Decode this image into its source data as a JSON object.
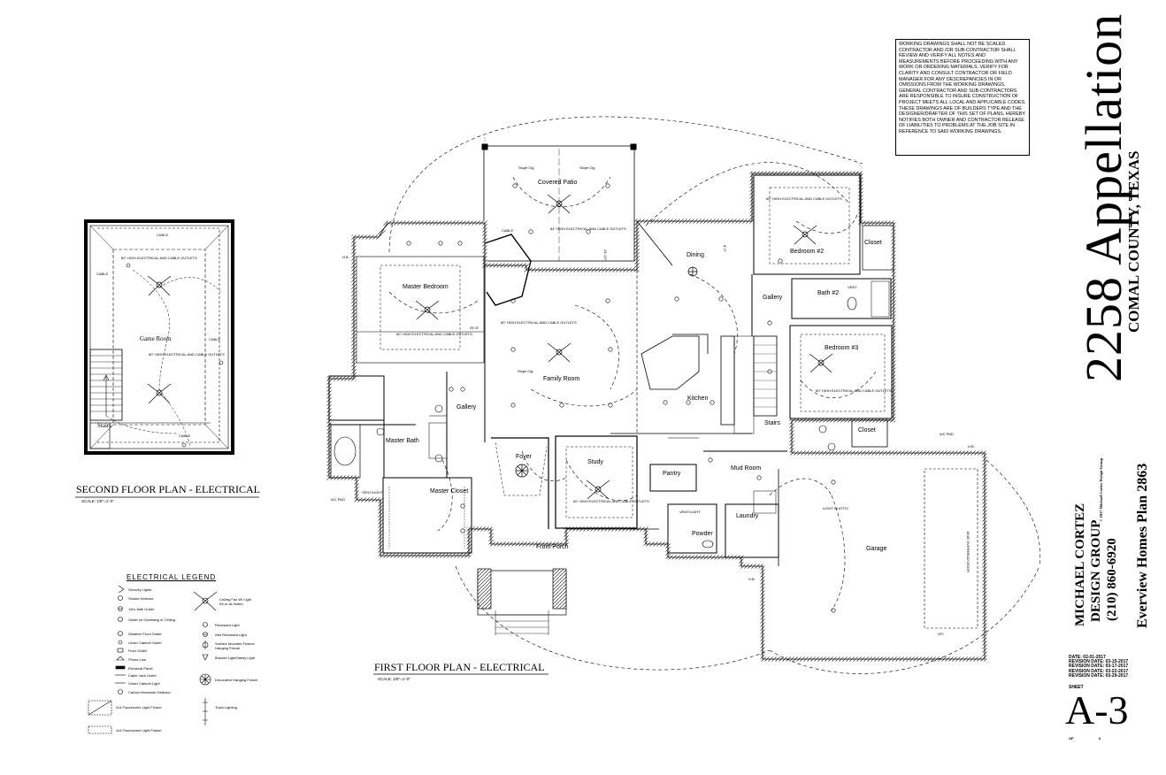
{
  "notes": "WORKING DRAWINGS SHALL NOT BE SCALED. CONTRACTOR AND /OR SUB-CONTRACTOR SHALL REVIEW AND VERIFY ALL NOTES AND MEASUREMENTS BEFORE PROCEEDING WITH ANY WORK OR ORDERING MATERIALS. VERIFY FOR CLARITY AND CONSULT CONTRACTOR OR FIELD MANAGER FOR ANY DESCREPANCIES IN OR OMISSIONS FROM THE WORKING DRAWINGS. GENERAL CONTRACTOR AND SUB-CONTRACTORS ARE RESPONSIBLE TO INSURE CONSTRUCTION OF PROJECT MEETS ALL LOCAL AND APPLICABLE CODES. THESE DRAWINGS ARE OF BUILDERS TYPE AND THE DESIGNER/DRAFTER OF THIS SET OF PLANS, HEREBY NOTIFIES BOTH OWNER AND CONTRACTOR RELEASE OF LIABILITIES TO PROBLEMS AT THE JOB SITE IN REFERENCE TO SAID WORKING DRAWINGS.",
  "title_block": {
    "project": "2258 Appellation",
    "location": "COMAL COUNTY, TEXAS",
    "copyright": "© 2017 Michael Cortez Design Group",
    "designer": "MICHAEL CORTEZ",
    "group": "DESIGN GROUP",
    "phone": "(210) 860-6920",
    "plan": "Everview Homes Plan 2863",
    "dates": [
      "DATE: 02-01-2017",
      "REVISION DATE: 03-15-2017",
      "REVISION DATE: 03-17-2017",
      "REVISION DATE: 03-22-2017",
      "REVISION DATE: 03-29-2017"
    ],
    "sheet_label": "SHEET",
    "sheet": "A-3",
    "of_label": "OF",
    "of_value": "6"
  },
  "second_floor": {
    "title": "SECOND FLOOR PLAN - ELECTRICAL",
    "scale": "SCALE: 1/8\"=1'-0\"",
    "rooms": {
      "game": "Game Room",
      "stairs": "Stairs"
    },
    "labels": {
      "cable": "CABLE",
      "outlets": "60\" HIGH ELECTRICAL AND CABLE OUTLETS",
      "cable2": "CABLE",
      "cable3": "CABLE",
      "cable4": "CABLE",
      "outlets2": "60\" HIGH ELECTRICAL AND CABLE OUTLETS"
    }
  },
  "first_floor": {
    "title": "FIRST FLOOR PLAN - ELECTRICAL",
    "scale": "SCALE: 1/8\"=1'-0\"",
    "rooms": {
      "patio": "Covered Patio",
      "master_bed": "Master Bedroom",
      "family": "Family Room",
      "dining": "Dining",
      "bed2": "Bedroom #2",
      "closet1": "Closet",
      "bath2": "Bath #2",
      "gallery1": "Gallery",
      "bed3": "Bedroom #3",
      "kitchen": "Kitchen",
      "stairs": "Stairs",
      "closet2": "Closet",
      "gallery2": "Gallery",
      "master_bath": "Master Bath",
      "master_closet": "Master Closet",
      "foyer": "Foyer",
      "study": "Study",
      "pantry": "Pantry",
      "mud": "Mud Room",
      "laundry": "Laundry",
      "powder": "Powder",
      "porch": "Front Porch",
      "garage": "Garage"
    },
    "labels": {
      "slope1": "Slope Clg.",
      "slope2": "Slope Clg.",
      "slope3": "Slope Clg.",
      "hb1": "H.B.",
      "hb2": "H.B.",
      "hb3": "H.B.",
      "ac1": "A/C PAD",
      "ac2": "A/C PAD",
      "outlets_patio": "84\" HIGH ELECTRICAL AND CABLE OUTLETS",
      "outlets_mb": "60\" HIGH ELECTRICAL AND CABLE OUTLETS",
      "outlets_fam": "60\" HIGH ELECTRICAL AND CABLE OUTLETS",
      "outlets_bed2": "60\" HIGH ELECTRICAL AND CABLE OUTLETS",
      "outlets_bed3": "60\" HIGH ELECTRICAL AND CABLE OUTLETS",
      "outlets_study": "60\" HIGH ELECTRICAL AND CABLE OUTLETS",
      "light_attic": "LIGHT IN ATTIC",
      "garage_door": "16'x8' OVERHEAD DOOR",
      "vent_light1": "VENT/LIGHT",
      "vent_light2": "VENT/LIGHT",
      "vent": "VENT",
      "gfi": "GFI",
      "cable": "CABLE",
      "dim1": "24'-10\"",
      "dim2": "25'-8\"",
      "dim3": "8'-0\""
    }
  },
  "legend": {
    "title": "ELECTRICAL LEGEND",
    "col1": [
      "Security Lights",
      "Smoke Detector",
      "110v Wall Outlet",
      "Outlet on Overhang or Ceiling",
      "Weather Proof Outlet",
      "Under Cabinet Outlet",
      "Floor Outlet",
      "Phone Line",
      "Electrical Panel",
      "Cable Jack Outlet",
      "Under Cabinet Light",
      "Carbon Monoxide Detector",
      "2x4 Fluorescent Light Fixture",
      "1x4 Fluorescent Light Fixture"
    ],
    "col2": [
      "Ceiling Fan W/ Light Kit or as Noted",
      "Recessed Light",
      "Wet Recessed Light",
      "Surface Mounted Fixture/ Hanging Fixture",
      "Bracket Light/Vanity Light",
      "Decorative Hanging Fixture",
      "Track Lighting"
    ]
  }
}
